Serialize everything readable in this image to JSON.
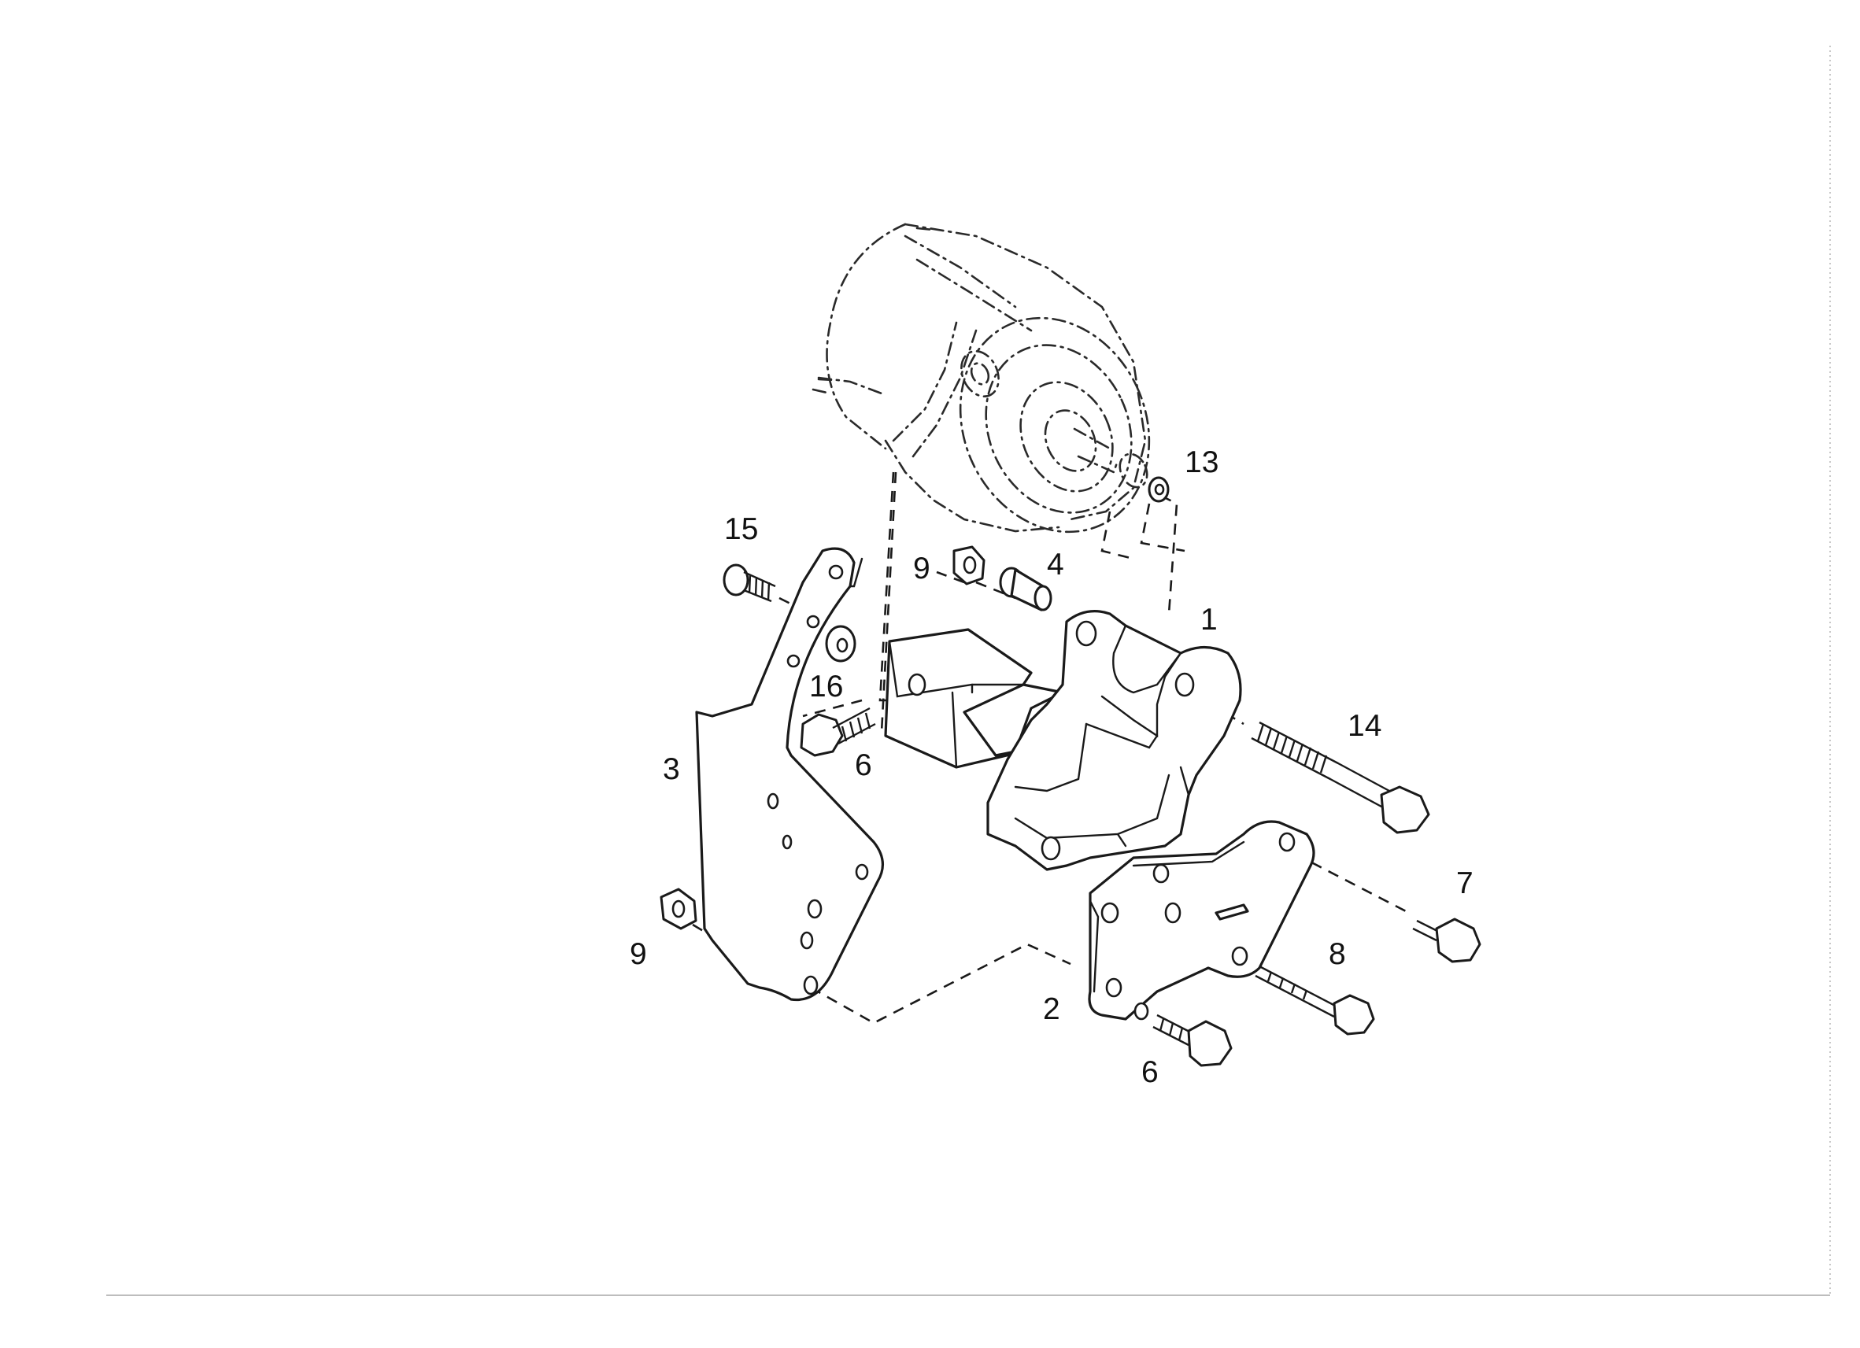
{
  "callouts": {
    "c1": "1",
    "c2": "2",
    "c3": "3",
    "c4": "4",
    "c6a": "6",
    "c6b": "6",
    "c7": "7",
    "c8": "8",
    "c9a": "9",
    "c9b": "9",
    "c13": "13",
    "c14": "14",
    "c15": "15",
    "c16": "16"
  },
  "colors": {
    "line": "#1a1a1a",
    "background": "#ffffff",
    "frame": "#bdbdbd"
  }
}
